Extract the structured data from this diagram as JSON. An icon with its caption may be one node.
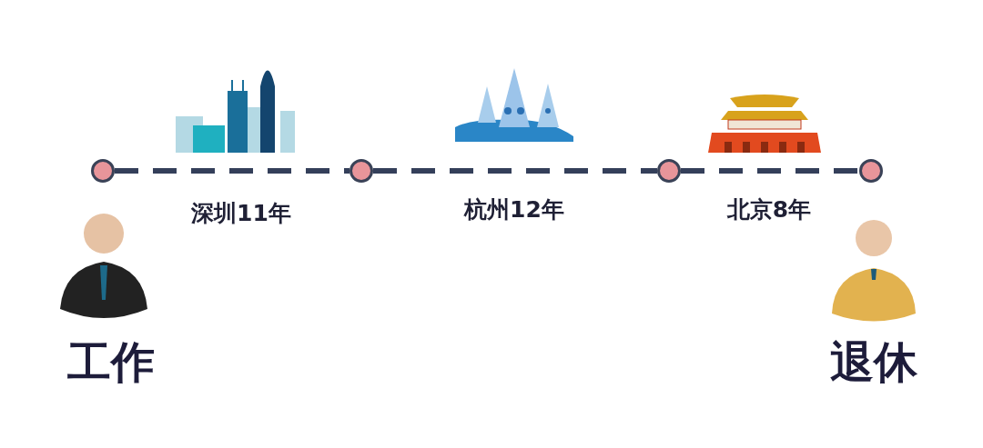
{
  "diagram": {
    "nodes": [
      {
        "text": [],
        "shape": "circle"
      },
      {
        "text": [],
        "shape": "circle"
      },
      {
        "text": [],
        "shape": "circle"
      },
      {
        "text": [],
        "shape": "circle"
      }
    ],
    "edges": [
      {
        "from": 0,
        "to": 1,
        "arrow": "none",
        "label": "深圳11年",
        "style": "dashed"
      },
      {
        "from": 1,
        "to": 2,
        "arrow": "none",
        "label": "杭州12年",
        "style": "dashed"
      },
      {
        "from": 2,
        "to": 3,
        "arrow": "none",
        "label": "北京8年",
        "style": "dashed"
      }
    ],
    "labels": [
      "工作",
      "退休"
    ]
  }
}
